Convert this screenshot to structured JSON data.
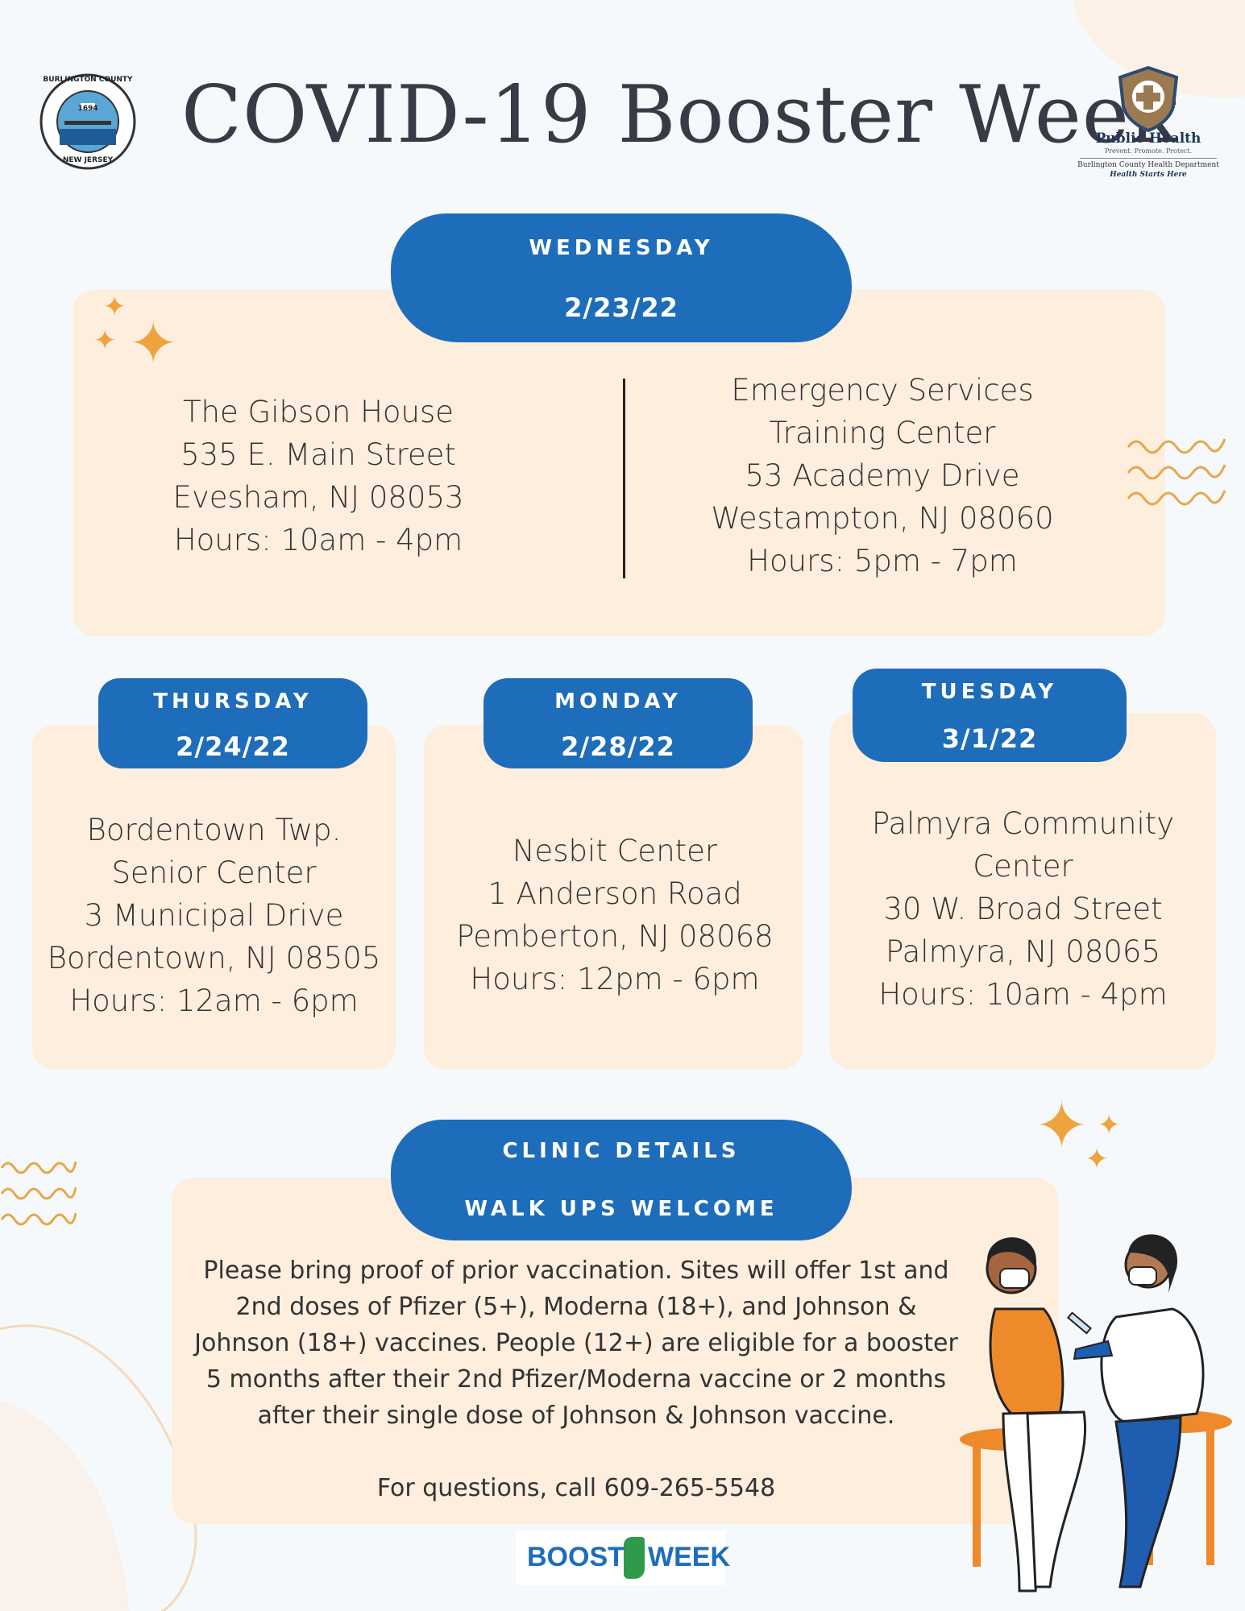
{
  "title": "COVID-19 Booster Week",
  "left_seal": {
    "top_text": "BURLINGTON COUNTY",
    "year": "1694",
    "bottom_text": "NEW JERSEY"
  },
  "right_logo": {
    "name": "Public Health",
    "tagline": "Prevent. Promote. Protect.",
    "dept": "Burlington County Health Department",
    "slogan": "Health Starts Here"
  },
  "wednesday": {
    "day": "WEDNESDAY",
    "date": "2/23/22",
    "site1": {
      "l1": "The Gibson House",
      "l2": "535 E. Main Street",
      "l3": "Evesham, NJ 08053",
      "l4": "Hours: 10am - 4pm"
    },
    "site2": {
      "l1": "Emergency Services",
      "l2": "Training Center",
      "l3": "53 Academy Drive",
      "l4": "Westampton, NJ 08060",
      "l5": "Hours: 5pm - 7pm"
    }
  },
  "thursday": {
    "day": "THURSDAY",
    "date": "2/24/22",
    "l1": "Bordentown Twp.",
    "l2": "Senior Center",
    "l3": "3 Municipal Drive",
    "l4": "Bordentown, NJ 08505",
    "l5": "Hours: 12am - 6pm"
  },
  "monday": {
    "day": "MONDAY",
    "date": "2/28/22",
    "l1": "Nesbit Center",
    "l2": "1 Anderson Road",
    "l3": "Pemberton, NJ 08068",
    "l4": "Hours: 12pm - 6pm"
  },
  "tuesday": {
    "day": "TUESDAY",
    "date": "3/1/22",
    "l1": "Palmyra Community Center",
    "l2": "30 W. Broad Street",
    "l3": "Palmyra, NJ 08065",
    "l4": "Hours: 10am - 4pm"
  },
  "clinic": {
    "heading": "CLINIC DETAILS",
    "subheading": "WALK UPS WELCOME",
    "body": "Please bring proof of prior vaccination. Sites will offer 1st and 2nd doses of Pfizer (5+), Moderna (18+), and Johnson & Johnson (18+) vaccines. People (12+) are eligible for a booster 5 months after their 2nd Pfizer/Moderna vaccine or 2 months after their single dose of Johnson & Johnson vaccine.",
    "contact": "For questions, call 609-265-5548"
  },
  "boost_logo": {
    "part1": "BOOST",
    "part2": "WEEK"
  },
  "colors": {
    "accent": "#1e6dba",
    "card": "#fdeede",
    "orange": "#f0a33d"
  }
}
